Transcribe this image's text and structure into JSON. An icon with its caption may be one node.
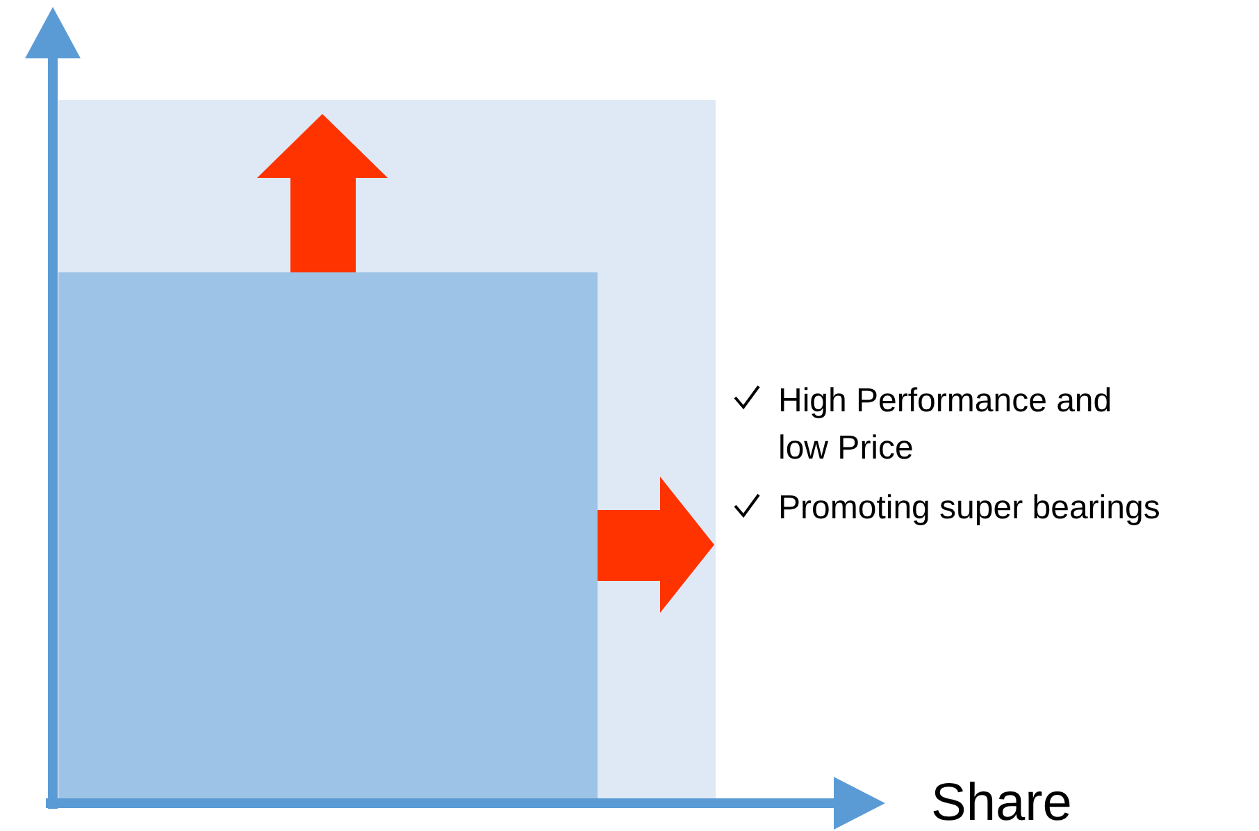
{
  "diagram": {
    "labels": [
      "Share",
      "High Performance and low Price",
      "Promoting super bearings"
    ]
  }
}
